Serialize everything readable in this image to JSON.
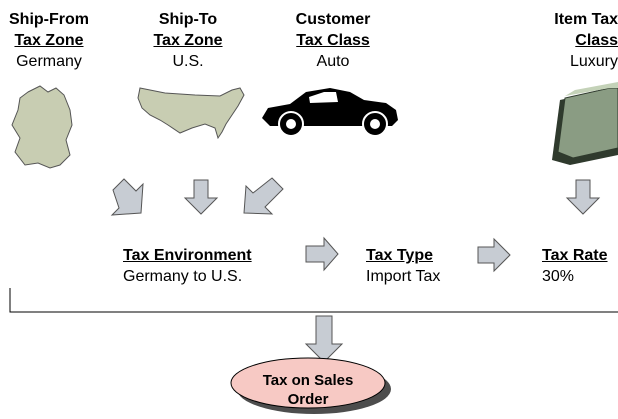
{
  "columns": [
    {
      "title": "Ship-From",
      "subtitle": "Tax Zone",
      "value": "Germany",
      "icon": "germany-map-icon"
    },
    {
      "title": "Ship-To",
      "subtitle": "Tax Zone",
      "value": "U.S.",
      "icon": "usa-map-icon"
    },
    {
      "title": "Customer",
      "subtitle": "Tax Class",
      "value": "Auto",
      "icon": "car-icon"
    },
    {
      "title": "Item Tax",
      "subtitle": "Class",
      "value": "Luxury",
      "icon": "money-stack-icon"
    }
  ],
  "results": [
    {
      "title": "Tax Environment",
      "value": "Germany to U.S."
    },
    {
      "title": "Tax Type",
      "value": "Import Tax"
    },
    {
      "title": "Tax Rate",
      "value": "30%"
    }
  ],
  "output": {
    "line1": "Tax on Sales",
    "line2": "Order"
  },
  "colors": {
    "arrow_fill": "#c7ccd3",
    "map_fill": "#c8cdb2",
    "oval_fill": "#f7c9c4",
    "shadow": "#4d4d4d"
  }
}
